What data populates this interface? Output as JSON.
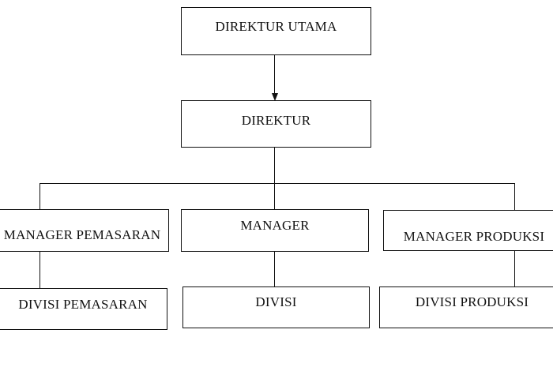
{
  "org_chart": {
    "direktur_utama": "DIREKTUR UTAMA",
    "direktur": "DIREKTUR",
    "manager_pemasaran": "MANAGER PEMASARAN",
    "manager": "MANAGER",
    "manager_produksi": "MANAGER PRODUKSI",
    "divisi_pemasaran": "DIVISI PEMASARAN",
    "divisi": "DIVISI",
    "divisi_produksi": "DIVISI PRODUKSI"
  },
  "colors": {
    "line": "#111111",
    "background": "#ffffff"
  }
}
